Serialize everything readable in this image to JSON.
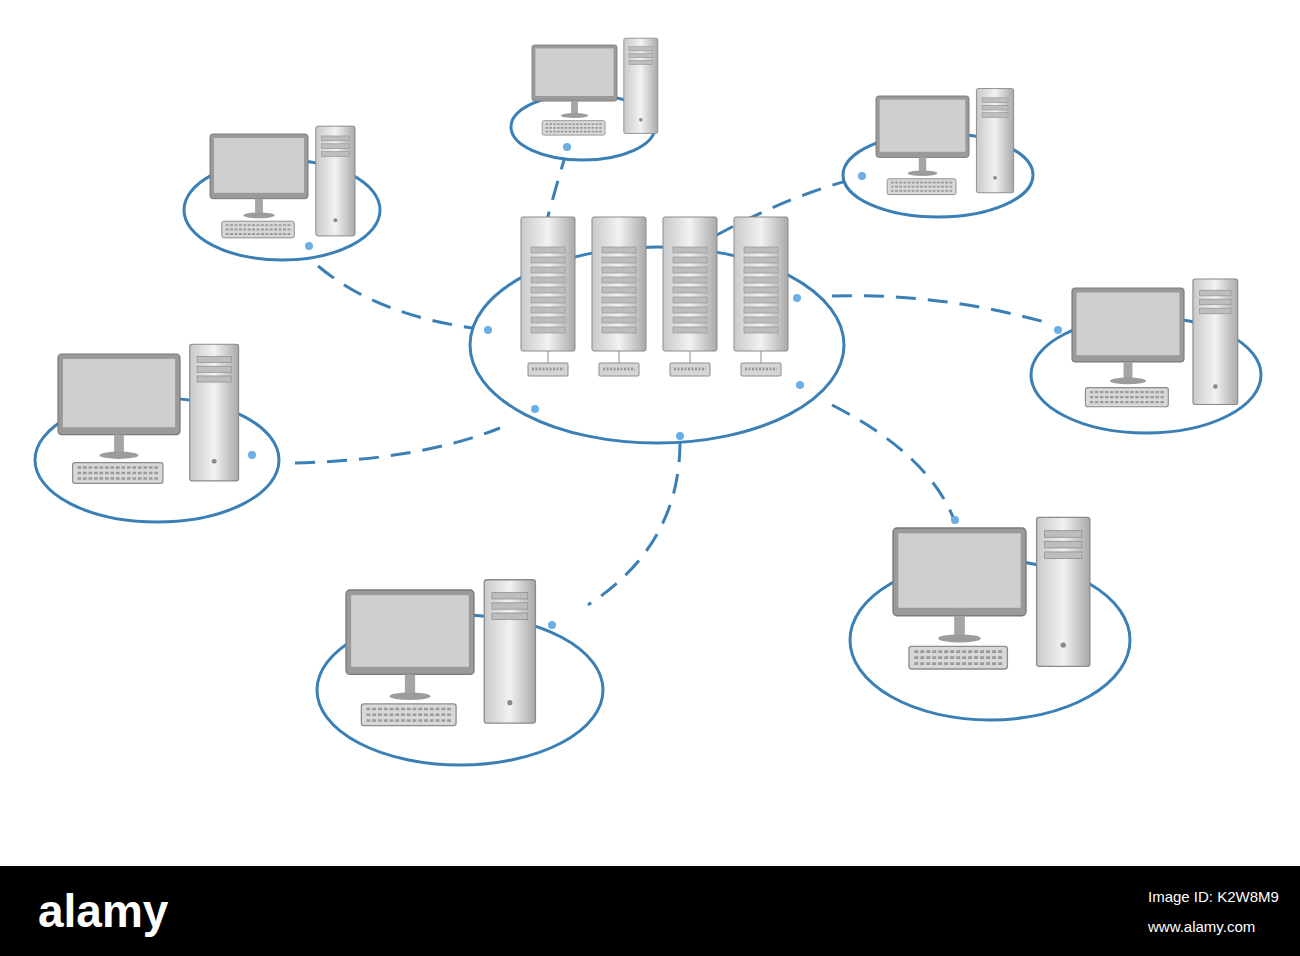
{
  "diagram": {
    "labels": [
      "alamy",
      "Image ID: K2W8M9",
      "www.alamy.com"
    ]
  }
}
